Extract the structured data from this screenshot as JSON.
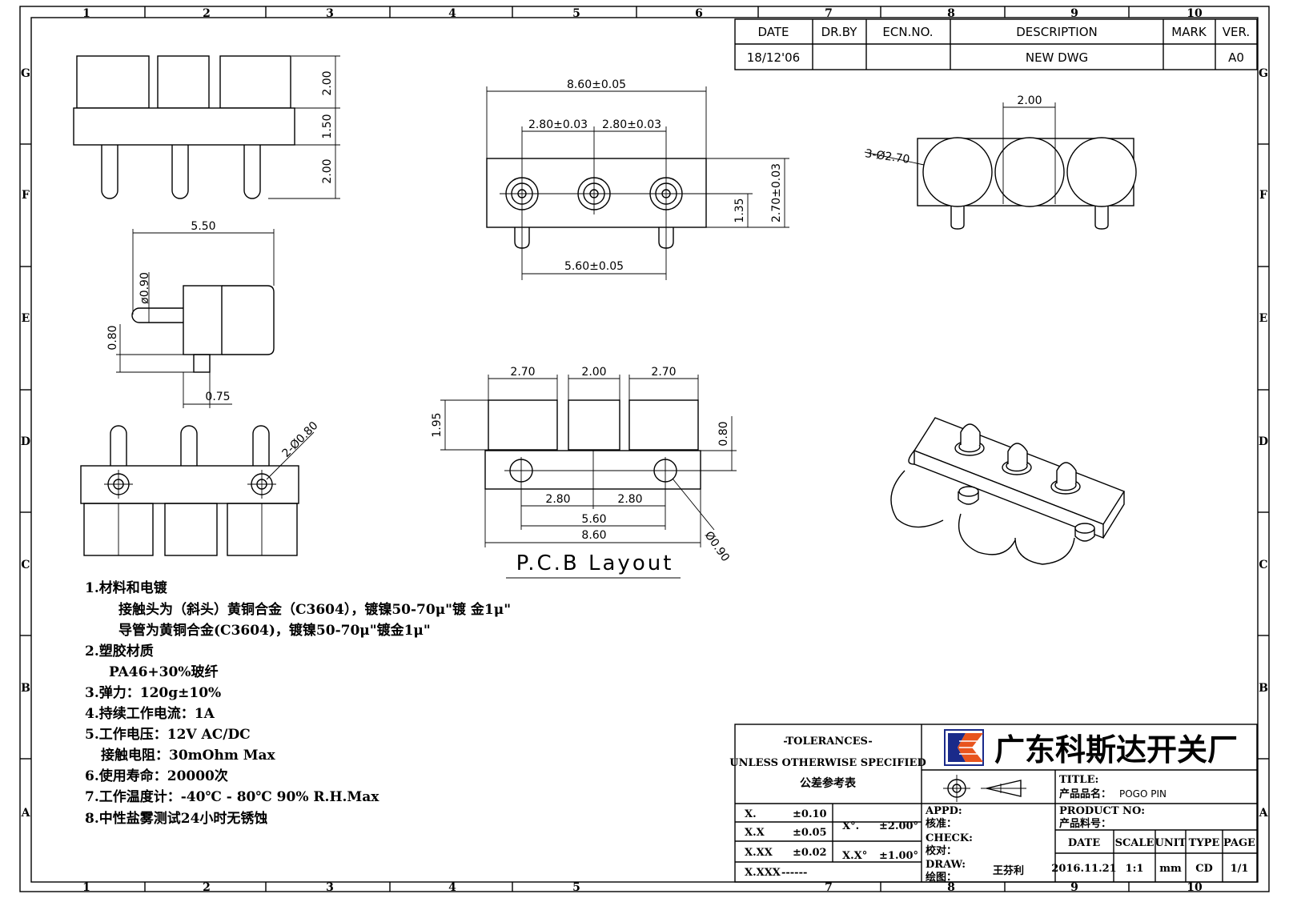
{
  "border": {
    "top_cols": [
      "1",
      "2",
      "3",
      "4",
      "5",
      "6",
      "7",
      "8",
      "9",
      "10"
    ],
    "bottom_cols": [
      "1",
      "2",
      "3",
      "4",
      "5",
      "7",
      "8",
      "9",
      "10"
    ],
    "rows": [
      "G",
      "F",
      "E",
      "D",
      "C",
      "B",
      "A"
    ]
  },
  "revision": {
    "headers": [
      "DATE",
      "DR.BY",
      "ECN.NO.",
      "DESCRIPTION",
      "MARK",
      "VER."
    ],
    "row": [
      "18/12'06",
      "",
      "",
      "NEW DWG",
      "",
      "A0"
    ]
  },
  "dims": {
    "side_top": [
      "2.00",
      "1.50",
      "2.00"
    ],
    "front_overall": "8.60±0.05",
    "front_pitch_left": "2.80±0.03",
    "front_pitch_right": "2.80±0.03",
    "front_height": "2.70±0.03",
    "front_pin_h": "1.35",
    "front_pin_span": "5.60±0.05",
    "right_pitch": "2.00",
    "right_dia": "3-Ø2.70",
    "side_len": "5.50",
    "side_pin_dia": "ø0.90",
    "side_pin_h": "0.80",
    "side_pin_w": "0.75",
    "bottom_hole": "2-Ø0.80",
    "pcb_w1": "2.70",
    "pcb_w2": "2.00",
    "pcb_w3": "2.70",
    "pcb_h": "1.95",
    "pcb_hole_off": "0.80",
    "pcb_p1": "2.80",
    "pcb_p2": "2.80",
    "pcb_span": "5.60",
    "pcb_total": "8.60",
    "pcb_hole": "Ø0.90",
    "pcb_label": "P.C.B Layout"
  },
  "notes": [
    "1.材料和电镀",
    "接触头为（斜头）黄铜合金（C3604），镀镍50-70μ\"镀 金1μ\"",
    "导管为黄铜合金(C3604)，镀镍50-70μ\"镀金1μ\"",
    "2.塑胶材质",
    "PA46+30%玻纤",
    "3.弹力：120g±10%",
    "4.持续工作电流：1A",
    "5.工作电压：12V AC/DC",
    "接触电阻：30mOhm Max",
    "6.使用寿命：20000次",
    "7.工作温度计：-40℃ - 80℃  90% R.H.Max",
    "8.中性盐雾测试24小时无锈蚀"
  ],
  "titleblock": {
    "tol_title": "-TOLERANCES-",
    "tol_sub": "UNLESS OTHERWISE SPECIFIED",
    "tol_cn": "公差参考表",
    "tol_rows": [
      [
        "X.",
        "±0.10"
      ],
      [
        "X.X",
        "±0.05"
      ],
      [
        "X.XX",
        "±0.02"
      ],
      [
        "X.XXX",
        "------"
      ]
    ],
    "ang_rows": [
      [
        "X°.",
        "±2.00°"
      ],
      [
        "X.X°",
        "±1.00°"
      ]
    ],
    "company": "广东科斯达开关厂",
    "title_en": "TITLE:",
    "title_cn": "产品品名：",
    "product_name": "POGO PIN",
    "appd_en": "APPD:",
    "appd_cn": "核准：",
    "check_en": "CHECK:",
    "check_cn": "校对：",
    "draw_en": "DRAW:",
    "draw_cn": "绘图：",
    "drawer": "王芬利",
    "product_no_en": "PRODUCT NO:",
    "product_no_cn": "产品料号：",
    "headers": [
      "DATE",
      "SCALE",
      "UNIT",
      "TYPE",
      "PAGE"
    ],
    "values": [
      "2016.11.21",
      "1:1",
      "mm",
      "CD",
      "1/1"
    ]
  }
}
